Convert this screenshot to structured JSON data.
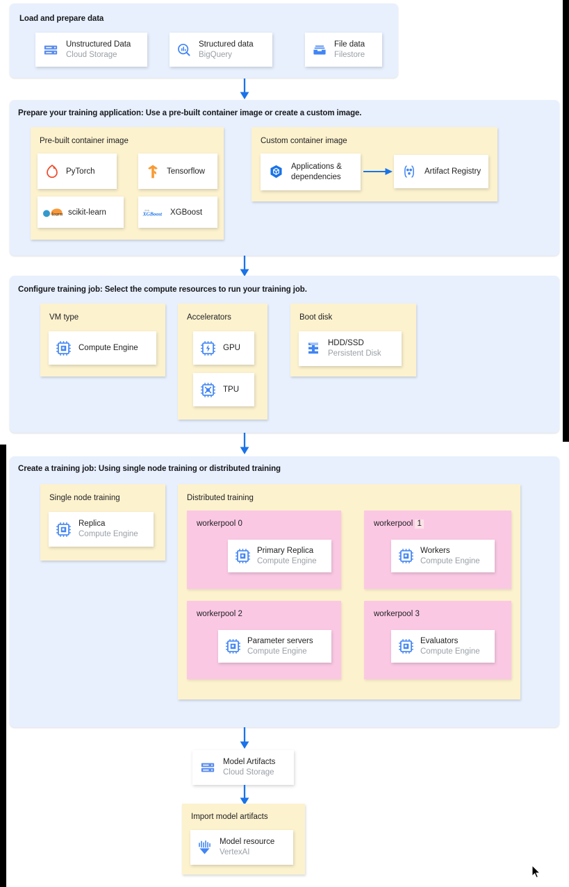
{
  "sections": [
    {
      "id": "load",
      "title": "Load and prepare data",
      "cards": [
        {
          "icon": "cloud-storage-icon",
          "title": "Unstructured Data",
          "subtitle": "Cloud Storage"
        },
        {
          "icon": "bigquery-icon",
          "title": "Structured data",
          "subtitle": "BigQuery"
        },
        {
          "icon": "filestore-icon",
          "title": "File data",
          "subtitle": "Filestore"
        }
      ]
    },
    {
      "id": "prepare",
      "title": "Prepare your training application: Use a pre-built container image or create a custom image.",
      "groups": [
        {
          "title": "Pre-built container image",
          "cards": [
            {
              "icon": "pytorch-logo",
              "title": "PyTorch"
            },
            {
              "icon": "tensorflow-logo",
              "title": "Tensorflow"
            },
            {
              "icon": "scikit-learn-logo",
              "title": "scikit-learn"
            },
            {
              "icon": "xgboost-logo",
              "title": "XGBoost"
            }
          ]
        },
        {
          "title": "Custom container image",
          "cards": [
            {
              "icon": "container-cube-icon",
              "title": "Applications &",
              "title2": "dependencies"
            },
            {
              "icon": "artifact-registry-icon",
              "title": "Artifact Registry"
            }
          ]
        }
      ]
    },
    {
      "id": "configure",
      "title": "Configure training job: Select the compute resources to run your training job.",
      "groups": [
        {
          "title": "VM type",
          "cards": [
            {
              "icon": "cpu-chip-icon",
              "title": "Compute Engine"
            }
          ]
        },
        {
          "title": "Accelerators",
          "cards": [
            {
              "icon": "gpu-chip-icon",
              "title": "GPU"
            },
            {
              "icon": "tpu-chip-icon",
              "title": "TPU"
            }
          ]
        },
        {
          "title": "Boot disk",
          "cards": [
            {
              "icon": "persistent-disk-icon",
              "title": "HDD/SSD",
              "subtitle": "Persistent Disk"
            }
          ]
        }
      ]
    },
    {
      "id": "create",
      "title": "Create a training job: Using single node training or distributed training",
      "groups": [
        {
          "title": "Single node training",
          "cards": [
            {
              "icon": "cpu-chip-icon",
              "title": "Replica",
              "subtitle": "Compute Engine"
            }
          ]
        },
        {
          "title": "Distributed training",
          "pools": [
            {
              "label": "workerpool",
              "index": "0",
              "selected": false,
              "card": {
                "icon": "cpu-chip-icon",
                "title": "Primary Replica",
                "subtitle": "Compute Engine"
              }
            },
            {
              "label": "workerpool",
              "index": "1",
              "selected": true,
              "card": {
                "icon": "cpu-chip-icon",
                "title": "Workers",
                "subtitle": "Compute Engine"
              }
            },
            {
              "label": "workerpool",
              "index": "2",
              "selected": false,
              "card": {
                "icon": "cpu-chip-icon",
                "title": "Parameter servers",
                "subtitle": "Compute Engine"
              }
            },
            {
              "label": "workerpool",
              "index": "3",
              "selected": false,
              "card": {
                "icon": "cpu-chip-icon",
                "title": "Evaluators",
                "subtitle": "Compute Engine"
              }
            }
          ]
        }
      ]
    }
  ],
  "model_artifacts": {
    "icon": "cloud-storage-icon",
    "title": "Model Artifacts",
    "subtitle": "Cloud Storage"
  },
  "import_group": {
    "title": "Import model artifacts",
    "card": {
      "icon": "vertex-ai-icon",
      "title": "Model resource",
      "subtitle": "VertexAI"
    }
  },
  "colors": {
    "section_bg": "#e8f0fe",
    "group_bg": "#fdf2ce",
    "pool_bg": "#fbc8e4",
    "card_bg": "#ffffff",
    "arrow": "#1a73e8",
    "google_blue": "#4285f4",
    "icon_blue": "#5b8def",
    "subtitle_gray": "#9aa0a6",
    "pytorch_red": "#ee4c2c",
    "tensorflow_orange": "#f79a34",
    "selection_highlight": "#fbe3e8"
  },
  "cursor": {
    "name": "mouse-pointer"
  }
}
